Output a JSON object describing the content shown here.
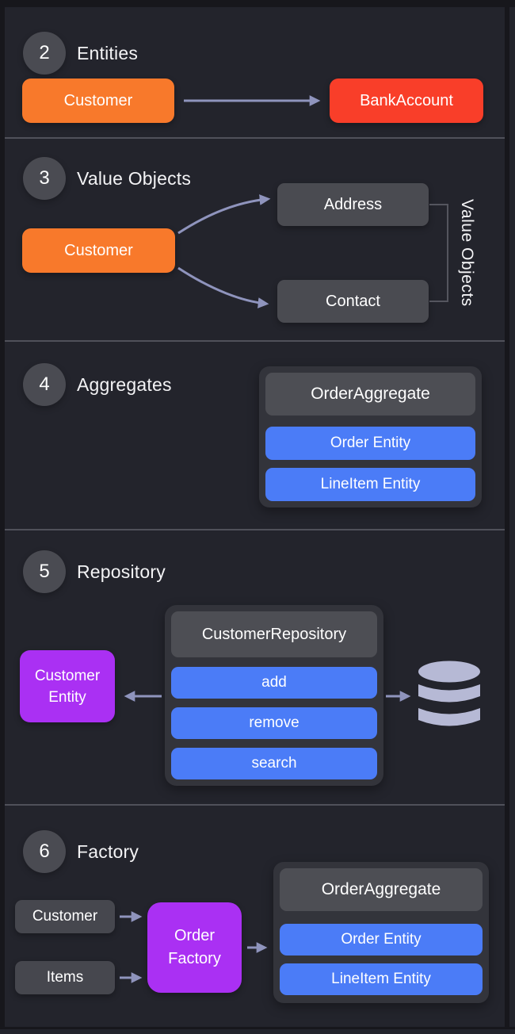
{
  "theme": {
    "bg": "#23242c",
    "frame": "#17171c",
    "divider": "#50515a",
    "badge_bg": "#4a4b52",
    "text": "#f3f3f5",
    "orange": "#f8792b",
    "red": "#f93e29",
    "gray_box": "#4a4b51",
    "gray_box_sm": "#46474e",
    "card_bg": "#33343b",
    "card_header_bg": "#4d4e54",
    "blue": "#4b7cf7",
    "purple": "#aa30f3",
    "arrow": "#8f94bd",
    "bracket": "#54555e",
    "db_icon": "#b6b9d5"
  },
  "sections": {
    "entities": {
      "number": "2",
      "title": "Entities",
      "nodes": {
        "customer": "Customer",
        "bank_account": "BankAccount"
      }
    },
    "value_objects": {
      "number": "3",
      "title": "Value Objects",
      "nodes": {
        "customer": "Customer",
        "address": "Address",
        "contact": "Contact"
      },
      "side_label": "Value Objects"
    },
    "aggregates": {
      "number": "4",
      "title": "Aggregates",
      "aggregate": {
        "name": "OrderAggregate",
        "children": [
          "Order Entity",
          "LineItem Entity"
        ]
      }
    },
    "repository": {
      "number": "5",
      "title": "Repository",
      "entity": "Customer Entity",
      "repository": {
        "name": "CustomerRepository",
        "methods": [
          "add",
          "remove",
          "search"
        ]
      },
      "database_icon": "database-icon"
    },
    "factory": {
      "number": "6",
      "title": "Factory",
      "inputs": [
        "Customer",
        "Items"
      ],
      "factory": "Order Factory",
      "aggregate": {
        "name": "OrderAggregate",
        "children": [
          "Order Entity",
          "LineItem Entity"
        ]
      }
    }
  }
}
